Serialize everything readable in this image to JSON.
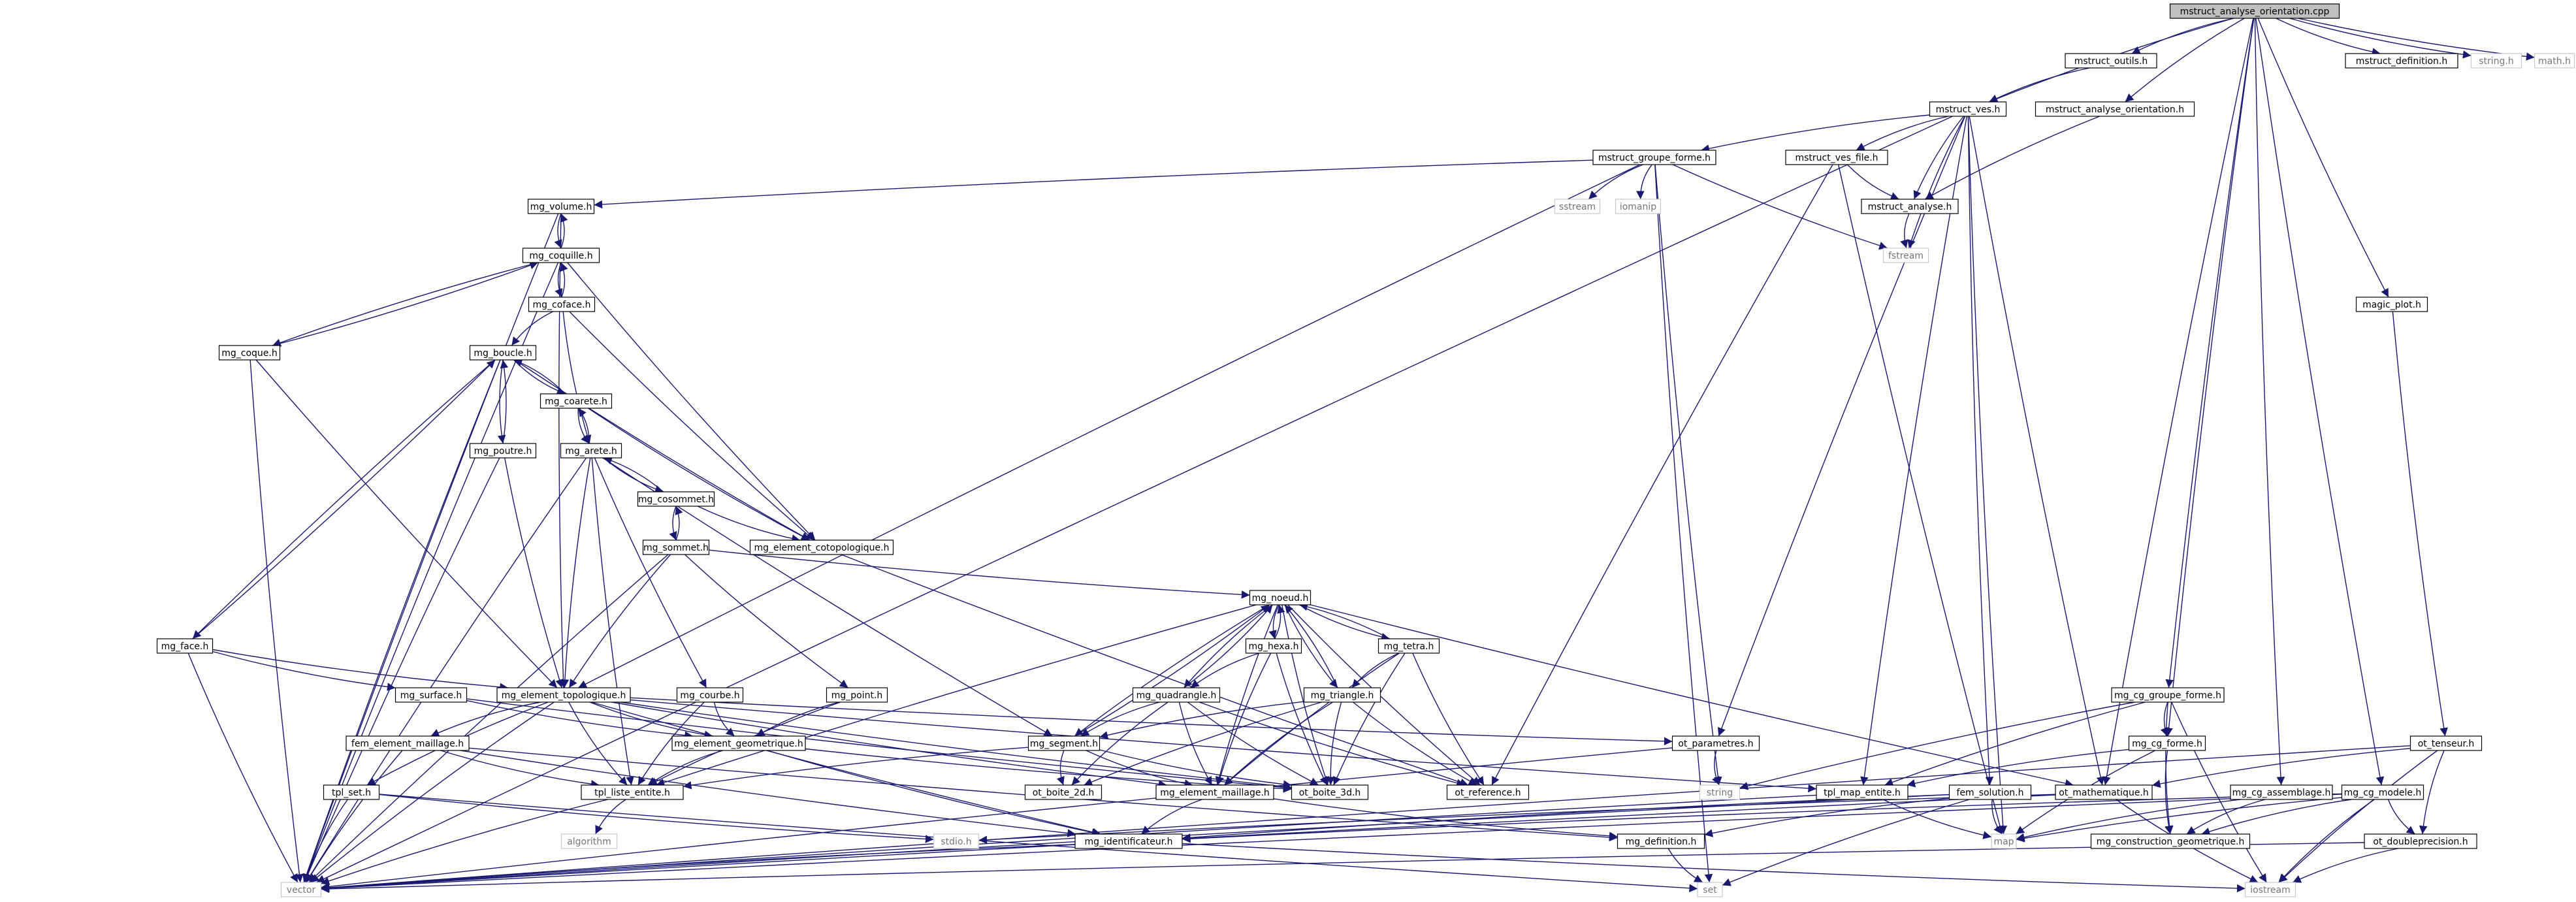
{
  "graph": {
    "root": "mstruct_analyse_orientation.cpp",
    "nodes": [
      {
        "id": "root",
        "label": "mstruct_analyse_orientation.cpp",
        "kind": "root"
      },
      {
        "id": "outils",
        "label": "mstruct_outils.h"
      },
      {
        "id": "definition_mstruct",
        "label": "mstruct_definition.h"
      },
      {
        "id": "stringh",
        "label": "string.h",
        "kind": "ext"
      },
      {
        "id": "mathh",
        "label": "math.h",
        "kind": "ext"
      },
      {
        "id": "ves",
        "label": "mstruct_ves.h"
      },
      {
        "id": "analyse_or_h",
        "label": "mstruct_analyse_orientation.h"
      },
      {
        "id": "groupe_forme",
        "label": "mstruct_groupe_forme.h"
      },
      {
        "id": "ves_file",
        "label": "mstruct_ves_file.h"
      },
      {
        "id": "sstream",
        "label": "sstream",
        "kind": "ext"
      },
      {
        "id": "iomanip",
        "label": "iomanip",
        "kind": "ext"
      },
      {
        "id": "mstruct_analyse",
        "label": "mstruct_analyse.h"
      },
      {
        "id": "fstream",
        "label": "fstream",
        "kind": "ext"
      },
      {
        "id": "mg_volume",
        "label": "mg_volume.h"
      },
      {
        "id": "mg_coquille",
        "label": "mg_coquille.h"
      },
      {
        "id": "mg_coface",
        "label": "mg_coface.h"
      },
      {
        "id": "mg_coque",
        "label": "mg_coque.h"
      },
      {
        "id": "mg_boucle",
        "label": "mg_boucle.h"
      },
      {
        "id": "mg_coarete",
        "label": "mg_coarete.h"
      },
      {
        "id": "mg_poutre",
        "label": "mg_poutre.h"
      },
      {
        "id": "mg_arete",
        "label": "mg_arete.h"
      },
      {
        "id": "mg_cosommet",
        "label": "mg_cosommet.h"
      },
      {
        "id": "mg_element_cotopo",
        "label": "mg_element_cotopologique.h"
      },
      {
        "id": "mg_sommet",
        "label": "mg_sommet.h"
      },
      {
        "id": "mg_noeud",
        "label": "mg_noeud.h"
      },
      {
        "id": "mg_hexa",
        "label": "mg_hexa.h"
      },
      {
        "id": "mg_tetra",
        "label": "mg_tetra.h"
      },
      {
        "id": "mg_quadrangle",
        "label": "mg_quadrangle.h"
      },
      {
        "id": "mg_triangle",
        "label": "mg_triangle.h"
      },
      {
        "id": "mg_face",
        "label": "mg_face.h"
      },
      {
        "id": "mg_surface",
        "label": "mg_surface.h"
      },
      {
        "id": "mg_element_topo",
        "label": "mg_element_topologique.h"
      },
      {
        "id": "mg_courbe",
        "label": "mg_courbe.h"
      },
      {
        "id": "mg_point",
        "label": "mg_point.h"
      },
      {
        "id": "mg_segment",
        "label": "mg_segment.h"
      },
      {
        "id": "fem_element_maillage",
        "label": "fem_element_maillage.h"
      },
      {
        "id": "mg_element_geo",
        "label": "mg_element_geometrique.h"
      },
      {
        "id": "ot_parametres",
        "label": "ot_parametres.h"
      },
      {
        "id": "tpl_set",
        "label": "tpl_set.h"
      },
      {
        "id": "tpl_liste_entite",
        "label": "tpl_liste_entite.h"
      },
      {
        "id": "ot_boite_2d",
        "label": "ot_boite_2d.h"
      },
      {
        "id": "mg_element_maillage",
        "label": "mg_element_maillage.h"
      },
      {
        "id": "ot_boite_3d",
        "label": "ot_boite_3d.h"
      },
      {
        "id": "ot_reference",
        "label": "ot_reference.h"
      },
      {
        "id": "string",
        "label": "string",
        "kind": "ext"
      },
      {
        "id": "tpl_map_entite",
        "label": "tpl_map_entite.h"
      },
      {
        "id": "fem_solution",
        "label": "fem_solution.h"
      },
      {
        "id": "algorithm",
        "label": "algorithm",
        "kind": "ext"
      },
      {
        "id": "stdio",
        "label": "stdio.h",
        "kind": "ext"
      },
      {
        "id": "mg_identificateur",
        "label": "mg_identificateur.h"
      },
      {
        "id": "mg_definition",
        "label": "mg_definition.h"
      },
      {
        "id": "vector",
        "label": "vector",
        "kind": "ext"
      },
      {
        "id": "set",
        "label": "set",
        "kind": "ext"
      },
      {
        "id": "magic_plot",
        "label": "magic_plot.h"
      },
      {
        "id": "mg_cg_groupe_forme",
        "label": "mg_cg_groupe_forme.h"
      },
      {
        "id": "mg_cg_forme",
        "label": "mg_cg_forme.h"
      },
      {
        "id": "ot_mathematique",
        "label": "ot_mathematique.h"
      },
      {
        "id": "map",
        "label": "map",
        "kind": "ext"
      },
      {
        "id": "mg_cg_assemblage",
        "label": "mg_cg_assemblage.h"
      },
      {
        "id": "mg_construction_geo",
        "label": "mg_construction_geometrique.h"
      },
      {
        "id": "mg_cg_modele",
        "label": "mg_cg_modele.h"
      },
      {
        "id": "ot_tenseur",
        "label": "ot_tenseur.h"
      },
      {
        "id": "ot_doubleprecision",
        "label": "ot_doubleprecision.h"
      },
      {
        "id": "iostream",
        "label": "iostream",
        "kind": "ext"
      }
    ],
    "edges": [
      [
        "root",
        "outils"
      ],
      [
        "root",
        "definition_mstruct"
      ],
      [
        "root",
        "stringh"
      ],
      [
        "root",
        "mathh"
      ],
      [
        "root",
        "ves"
      ],
      [
        "root",
        "analyse_or_h"
      ],
      [
        "root",
        "magic_plot"
      ],
      [
        "root",
        "mg_cg_groupe_forme"
      ],
      [
        "root",
        "mg_cg_forme"
      ],
      [
        "root",
        "mg_cg_assemblage"
      ],
      [
        "root",
        "mg_cg_modele"
      ],
      [
        "root",
        "ot_mathematique"
      ],
      [
        "outils",
        "ves"
      ],
      [
        "ves",
        "groupe_forme"
      ],
      [
        "ves",
        "ves_file"
      ],
      [
        "ves",
        "mstruct_analyse"
      ],
      [
        "ves",
        "tpl_map_entite"
      ],
      [
        "ves",
        "ot_parametres"
      ],
      [
        "ves",
        "fem_solution"
      ],
      [
        "ves",
        "ot_mathematique"
      ],
      [
        "ves",
        "map"
      ],
      [
        "ves",
        "vector"
      ],
      [
        "ves",
        "fstream"
      ],
      [
        "analyse_or_h",
        "mstruct_analyse"
      ],
      [
        "ves_file",
        "mstruct_analyse"
      ],
      [
        "ves_file",
        "ot_reference"
      ],
      [
        "ves_file",
        "map"
      ],
      [
        "mstruct_analyse",
        "fstream"
      ],
      [
        "groupe_forme",
        "mg_volume"
      ],
      [
        "groupe_forme",
        "sstream"
      ],
      [
        "groupe_forme",
        "iomanip"
      ],
      [
        "groupe_forme",
        "fstream"
      ],
      [
        "groupe_forme",
        "string"
      ],
      [
        "groupe_forme",
        "set"
      ],
      [
        "groupe_forme",
        "mg_element_topo"
      ],
      [
        "mg_volume",
        "mg_coquille"
      ],
      [
        "mg_volume",
        "mg_element_topo"
      ],
      [
        "mg_volume",
        "vector"
      ],
      [
        "mg_coquille",
        "mg_volume"
      ],
      [
        "mg_coquille",
        "mg_coface"
      ],
      [
        "mg_coquille",
        "mg_coque"
      ],
      [
        "mg_coquille",
        "mg_element_cotopo"
      ],
      [
        "mg_coquille",
        "vector"
      ],
      [
        "mg_coface",
        "mg_coquille"
      ],
      [
        "mg_coface",
        "mg_boucle"
      ],
      [
        "mg_coface",
        "mg_arete"
      ],
      [
        "mg_coface",
        "mg_element_cotopo"
      ],
      [
        "mg_coque",
        "mg_coquille"
      ],
      [
        "mg_coque",
        "mg_element_topo"
      ],
      [
        "mg_coque",
        "vector"
      ],
      [
        "mg_boucle",
        "mg_coarete"
      ],
      [
        "mg_boucle",
        "mg_poutre"
      ],
      [
        "mg_boucle",
        "mg_face"
      ],
      [
        "mg_boucle",
        "mg_element_cotopo"
      ],
      [
        "mg_boucle",
        "vector"
      ],
      [
        "mg_coarete",
        "mg_boucle"
      ],
      [
        "mg_coarete",
        "mg_arete"
      ],
      [
        "mg_coarete",
        "mg_element_cotopo"
      ],
      [
        "mg_poutre",
        "mg_boucle"
      ],
      [
        "mg_poutre",
        "mg_element_topo"
      ],
      [
        "mg_poutre",
        "vector"
      ],
      [
        "mg_arete",
        "mg_coarete"
      ],
      [
        "mg_arete",
        "mg_cosommet"
      ],
      [
        "mg_arete",
        "mg_courbe"
      ],
      [
        "mg_arete",
        "mg_element_topo"
      ],
      [
        "mg_arete",
        "tpl_liste_entite"
      ],
      [
        "mg_arete",
        "vector"
      ],
      [
        "mg_arete",
        "mg_segment"
      ],
      [
        "mg_cosommet",
        "mg_arete"
      ],
      [
        "mg_cosommet",
        "mg_sommet"
      ],
      [
        "mg_cosommet",
        "mg_element_cotopo"
      ],
      [
        "mg_sommet",
        "mg_cosommet"
      ],
      [
        "mg_sommet",
        "mg_point"
      ],
      [
        "mg_sommet",
        "mg_element_topo"
      ],
      [
        "mg_sommet",
        "mg_noeud"
      ],
      [
        "mg_sommet",
        "vector"
      ],
      [
        "mg_element_cotopo",
        "ot_reference"
      ],
      [
        "mg_face",
        "mg_boucle"
      ],
      [
        "mg_face",
        "mg_surface"
      ],
      [
        "mg_face",
        "mg_element_topo"
      ],
      [
        "mg_face",
        "vector"
      ],
      [
        "mg_surface",
        "mg_element_geo"
      ],
      [
        "mg_surface",
        "ot_boite_3d"
      ],
      [
        "mg_courbe",
        "mg_element_geo"
      ],
      [
        "mg_courbe",
        "tpl_liste_entite"
      ],
      [
        "mg_point",
        "mg_element_geo"
      ],
      [
        "mg_point",
        "tpl_liste_entite"
      ],
      [
        "mg_element_topo",
        "fem_element_maillage"
      ],
      [
        "mg_element_topo",
        "mg_element_geo"
      ],
      [
        "mg_element_topo",
        "tpl_set"
      ],
      [
        "mg_element_topo",
        "tpl_liste_entite"
      ],
      [
        "mg_element_topo",
        "mg_element_maillage"
      ],
      [
        "mg_element_topo",
        "ot_boite_3d"
      ],
      [
        "mg_element_topo",
        "ot_parametres"
      ],
      [
        "mg_element_topo",
        "mg_identificateur"
      ],
      [
        "mg_element_topo",
        "tpl_map_entite"
      ],
      [
        "mg_element_topo",
        "vector"
      ],
      [
        "fem_element_maillage",
        "tpl_liste_entite"
      ],
      [
        "fem_element_maillage",
        "mg_definition"
      ],
      [
        "fem_element_maillage",
        "mg_identificateur"
      ],
      [
        "fem_element_maillage",
        "vector"
      ],
      [
        "mg_element_geo",
        "tpl_liste_entite"
      ],
      [
        "mg_element_geo",
        "mg_identificateur"
      ],
      [
        "mg_element_geo",
        "ot_boite_3d"
      ],
      [
        "tpl_set",
        "stdio"
      ],
      [
        "tpl_set",
        "vector"
      ],
      [
        "tpl_set",
        "set"
      ],
      [
        "tpl_liste_entite",
        "algorithm"
      ],
      [
        "tpl_liste_entite",
        "vector"
      ],
      [
        "ot_parametres",
        "string"
      ],
      [
        "ot_parametres",
        "vector"
      ],
      [
        "mg_noeud",
        "mg_hexa"
      ],
      [
        "mg_noeud",
        "mg_tetra"
      ],
      [
        "mg_noeud",
        "mg_quadrangle"
      ],
      [
        "mg_noeud",
        "mg_triangle"
      ],
      [
        "mg_noeud",
        "mg_segment"
      ],
      [
        "mg_noeud",
        "mg_element_maillage"
      ],
      [
        "mg_noeud",
        "ot_boite_3d"
      ],
      [
        "mg_noeud",
        "ot_reference"
      ],
      [
        "mg_noeud",
        "tpl_liste_entite"
      ],
      [
        "mg_noeud",
        "ot_mathematique"
      ],
      [
        "mg_hexa",
        "mg_noeud"
      ],
      [
        "mg_hexa",
        "mg_quadrangle"
      ],
      [
        "mg_hexa",
        "mg_element_maillage"
      ],
      [
        "mg_hexa",
        "ot_boite_3d"
      ],
      [
        "mg_tetra",
        "mg_noeud"
      ],
      [
        "mg_tetra",
        "mg_triangle"
      ],
      [
        "mg_tetra",
        "mg_element_maillage"
      ],
      [
        "mg_tetra",
        "ot_boite_3d"
      ],
      [
        "mg_tetra",
        "ot_reference"
      ],
      [
        "mg_quadrangle",
        "mg_noeud"
      ],
      [
        "mg_quadrangle",
        "mg_segment"
      ],
      [
        "mg_quadrangle",
        "ot_boite_2d"
      ],
      [
        "mg_quadrangle",
        "mg_element_maillage"
      ],
      [
        "mg_quadrangle",
        "ot_boite_3d"
      ],
      [
        "mg_quadrangle",
        "ot_reference"
      ],
      [
        "mg_triangle",
        "mg_noeud"
      ],
      [
        "mg_triangle",
        "mg_segment"
      ],
      [
        "mg_triangle",
        "ot_boite_2d"
      ],
      [
        "mg_triangle",
        "mg_element_maillage"
      ],
      [
        "mg_triangle",
        "ot_boite_3d"
      ],
      [
        "mg_triangle",
        "ot_reference"
      ],
      [
        "mg_segment",
        "mg_noeud"
      ],
      [
        "mg_segment",
        "ot_boite_2d"
      ],
      [
        "mg_segment",
        "mg_element_maillage"
      ],
      [
        "mg_segment",
        "ot_boite_3d"
      ],
      [
        "mg_segment",
        "tpl_liste_entite"
      ],
      [
        "mg_element_maillage",
        "mg_identificateur"
      ],
      [
        "mg_element_maillage",
        "mg_definition"
      ],
      [
        "mg_identificateur",
        "vector"
      ],
      [
        "mg_identificateur",
        "iostream"
      ],
      [
        "mg_definition",
        "set"
      ],
      [
        "tpl_map_entite",
        "map"
      ],
      [
        "tpl_map_entite",
        "vector"
      ],
      [
        "fem_solution",
        "mg_definition"
      ],
      [
        "fem_solution",
        "mg_identificateur"
      ],
      [
        "fem_solution",
        "vector"
      ],
      [
        "fem_solution",
        "set"
      ],
      [
        "fem_solution",
        "map"
      ],
      [
        "magic_plot",
        "ot_tenseur"
      ],
      [
        "mg_cg_groupe_forme",
        "mg_cg_forme"
      ],
      [
        "mg_cg_groupe_forme",
        "mg_construction_geo"
      ],
      [
        "mg_cg_groupe_forme",
        "tpl_map_entite"
      ],
      [
        "mg_cg_groupe_forme",
        "string"
      ],
      [
        "mg_cg_groupe_forme",
        "iostream"
      ],
      [
        "mg_cg_forme",
        "mg_construction_geo"
      ],
      [
        "mg_cg_forme",
        "map"
      ],
      [
        "mg_cg_forme",
        "tpl_map_entite"
      ],
      [
        "ot_mathematique",
        "vector"
      ],
      [
        "ot_mathematique",
        "iostream"
      ],
      [
        "ot_mathematique",
        "stdio"
      ],
      [
        "mg_cg_assemblage",
        "mg_construction_geo"
      ],
      [
        "mg_cg_assemblage",
        "map"
      ],
      [
        "mg_cg_modele",
        "mg_construction_geo"
      ],
      [
        "mg_cg_modele",
        "map"
      ],
      [
        "mg_cg_modele",
        "vector"
      ],
      [
        "mg_cg_modele",
        "ot_doubleprecision"
      ],
      [
        "mg_cg_modele",
        "iostream"
      ],
      [
        "mg_cg_modele",
        "mg_identificateur"
      ],
      [
        "ot_tenseur",
        "ot_mathematique"
      ],
      [
        "ot_tenseur",
        "ot_doubleprecision"
      ],
      [
        "ot_tenseur",
        "iostream"
      ],
      [
        "ot_tenseur",
        "vector"
      ],
      [
        "ot_doubleprecision",
        "iostream"
      ],
      [
        "ot_doubleprecision",
        "vector"
      ]
    ]
  }
}
